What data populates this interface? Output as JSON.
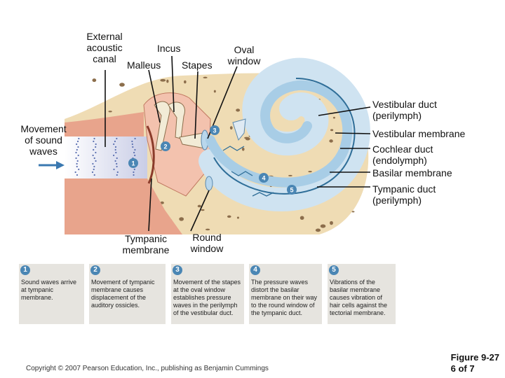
{
  "labels": {
    "external_acoustic_canal": "External\nacoustic\ncanal",
    "incus": "Incus",
    "oval_window": "Oval\nwindow",
    "malleus": "Malleus",
    "stapes": "Stapes",
    "vestibular_duct": "Vestibular duct\n(perilymph)",
    "movement_of_sound_waves": "Movement\nof sound\nwaves",
    "vestibular_membrane": "Vestibular membrane",
    "cochlear_duct": "Cochlear duct\n(endolymph)",
    "basilar_membrane": "Basilar membrane",
    "tympanic_duct": "Tympanic duct\n(perilymph)",
    "tympanic_membrane": "Tympanic\nmembrane",
    "round_window": "Round\nwindow"
  },
  "markers": [
    "1",
    "2",
    "3",
    "4",
    "5"
  ],
  "steps": [
    {
      "num": "1",
      "text": "Sound waves arrive at tympanic membrane."
    },
    {
      "num": "2",
      "text": "Movement of tympanic membrane causes displacement of the auditory ossicles."
    },
    {
      "num": "3",
      "text": "Movement of the stapes at the oval window establishes pressure waves in the perilymph of the vestibular duct."
    },
    {
      "num": "4",
      "text": "The pressure waves distort the basilar membrane on their way to the round window of the tympanic duct."
    },
    {
      "num": "5",
      "text": "Vibrations of the basilar membrane causes vibration of hair cells against the tectorial membrane."
    }
  ],
  "footer": {
    "copyright": "Copyright © 2007 Pearson Education, Inc., publishing as Benjamin Cummings",
    "figure": "Figure 9-27",
    "page": "6 of 7"
  },
  "colors": {
    "bone": "#efdcb4",
    "bone_pore": "#8c6e4c",
    "soft_tissue": "#e8a48c",
    "canal": "#d4d6ea",
    "duct_blue": "#a8cde6",
    "marker_blue": "#4a86b4",
    "panel_bg": "#e6e4df"
  }
}
